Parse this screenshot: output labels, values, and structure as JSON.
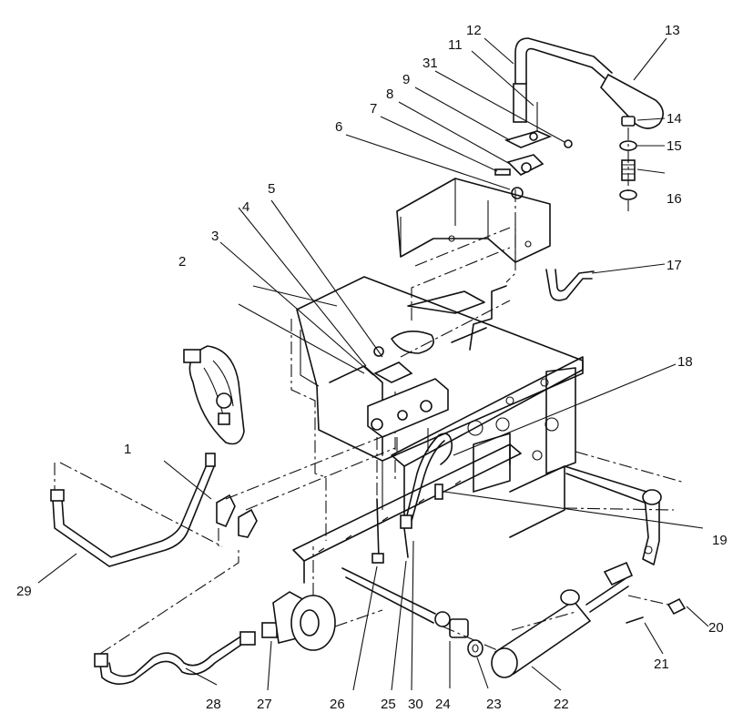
{
  "callouts": [
    {
      "id": "c1",
      "text": "1"
    },
    {
      "id": "c2",
      "text": "2"
    },
    {
      "id": "c3",
      "text": "3"
    },
    {
      "id": "c4",
      "text": "4"
    },
    {
      "id": "c5",
      "text": "5"
    },
    {
      "id": "c6",
      "text": "6"
    },
    {
      "id": "c7",
      "text": "7"
    },
    {
      "id": "c8",
      "text": "8"
    },
    {
      "id": "c9",
      "text": "9"
    },
    {
      "id": "c11",
      "text": "11"
    },
    {
      "id": "c12",
      "text": "12"
    },
    {
      "id": "c13",
      "text": "13"
    },
    {
      "id": "c14",
      "text": "14"
    },
    {
      "id": "c15",
      "text": "15"
    },
    {
      "id": "c16",
      "text": "16"
    },
    {
      "id": "c17",
      "text": "17"
    },
    {
      "id": "c18",
      "text": "18"
    },
    {
      "id": "c19",
      "text": "19"
    },
    {
      "id": "c20",
      "text": "20"
    },
    {
      "id": "c21",
      "text": "21"
    },
    {
      "id": "c22",
      "text": "22"
    },
    {
      "id": "c23",
      "text": "23"
    },
    {
      "id": "c24",
      "text": "24"
    },
    {
      "id": "c25",
      "text": "25"
    },
    {
      "id": "c26",
      "text": "26"
    },
    {
      "id": "c27",
      "text": "27"
    },
    {
      "id": "c28",
      "text": "28"
    },
    {
      "id": "c29",
      "text": "29"
    },
    {
      "id": "c30",
      "text": "30"
    },
    {
      "id": "c31",
      "text": "31"
    }
  ]
}
